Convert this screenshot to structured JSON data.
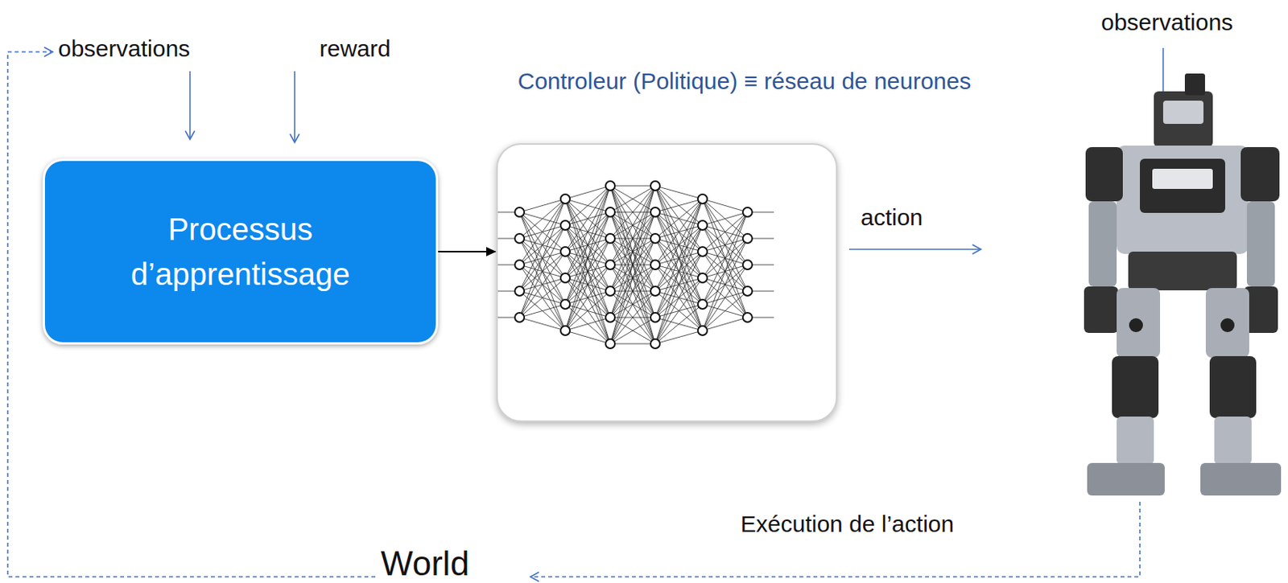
{
  "diagram": {
    "nodes": [
      {
        "text": [
          "Processus d’apprentissage"
        ]
      },
      {
        "text": [
          "Controleur (Politique) ≡ réseau de neurones"
        ]
      }
    ],
    "edges": [
      {
        "from": 0,
        "to": 1,
        "arrow": "to"
      }
    ],
    "labels": [
      "observations",
      "reward",
      "action",
      "observations",
      "Exécution de l’action",
      "World"
    ]
  }
}
